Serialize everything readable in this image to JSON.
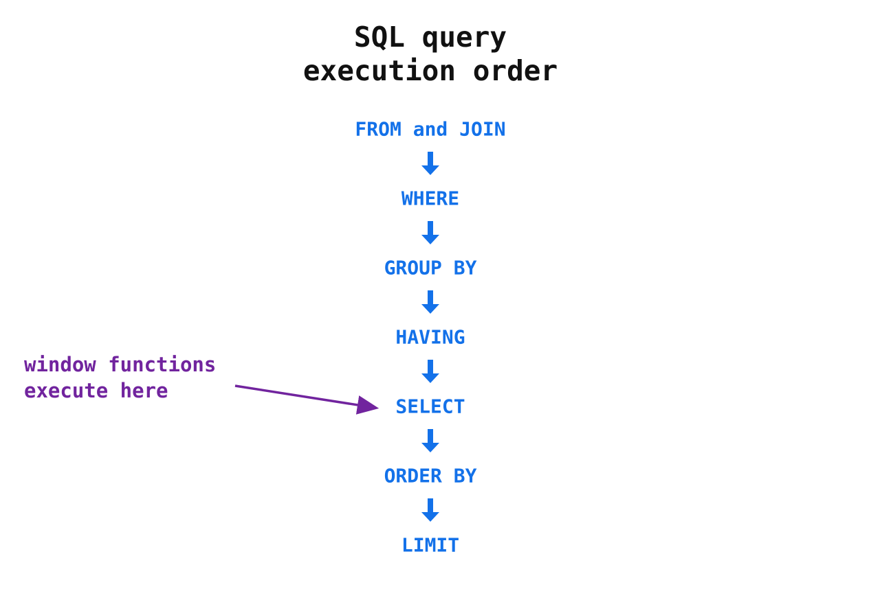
{
  "title": {
    "line1": "SQL query",
    "line2": "execution order"
  },
  "flow": {
    "steps": [
      {
        "label": "FROM and JOIN"
      },
      {
        "label": "WHERE"
      },
      {
        "label": "GROUP BY"
      },
      {
        "label": "HAVING"
      },
      {
        "label": "SELECT"
      },
      {
        "label": "ORDER BY"
      },
      {
        "label": "LIMIT"
      }
    ],
    "connector_icon": "down-arrow-icon"
  },
  "annotation": {
    "line1": "window functions",
    "line2": "execute here",
    "points_to": "SELECT",
    "arrow_icon": "annotation-arrow-icon"
  },
  "colors": {
    "background": "#FFFFFF",
    "title": "#111111",
    "step_text": "#1371E9",
    "step_arrow": "#1371E9",
    "annotation_text": "#71249E",
    "annotation_arrow": "#71249E"
  }
}
